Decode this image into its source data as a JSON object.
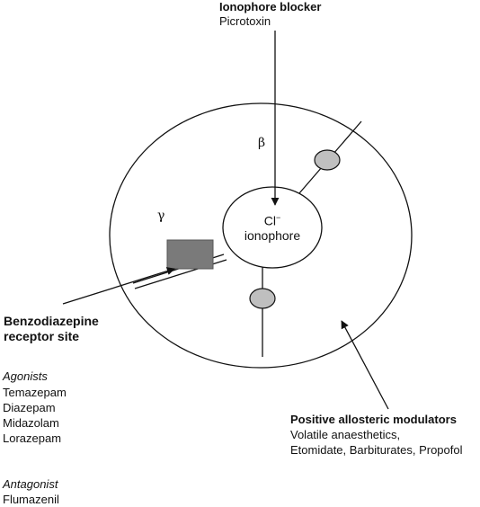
{
  "blocker": {
    "title": "Ionophore blocker",
    "drug": "Picrotoxin"
  },
  "channel": {
    "beta": "β",
    "gamma": "γ",
    "ion": "Cl",
    "ion_charge": "−",
    "ionophore": "ionophore"
  },
  "benzo_site": {
    "title_line1": "Benzodiazepine",
    "title_line2": "receptor site"
  },
  "agonists": {
    "heading": "Agonists",
    "items": [
      "Temazepam",
      "Diazepam",
      "Midazolam",
      "Lorazepam"
    ]
  },
  "antagonist": {
    "heading": "Antagonist",
    "item": "Flumazenil"
  },
  "modulators": {
    "title": "Positive allosteric modulators",
    "line1": "Volatile anaesthetics,",
    "line2": "Etomidate, Barbiturates, Propofol"
  },
  "colors": {
    "line": "#111111",
    "binding_site_fill": "#bfbfbf",
    "benzo_site_fill": "#7a7a7a"
  }
}
